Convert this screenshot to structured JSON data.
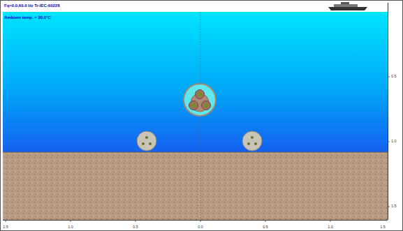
{
  "diagram": {
    "labels": [
      "Fq=0.0,60.0 Hz  Tr-IEC-60228",
      "Ambient temp. = 20.0°C",
      "1.5",
      "1.0",
      "0.5",
      "0.0",
      "0.5",
      "1.0",
      "1.5",
      "0.5",
      "1.0",
      "1.5"
    ]
  }
}
